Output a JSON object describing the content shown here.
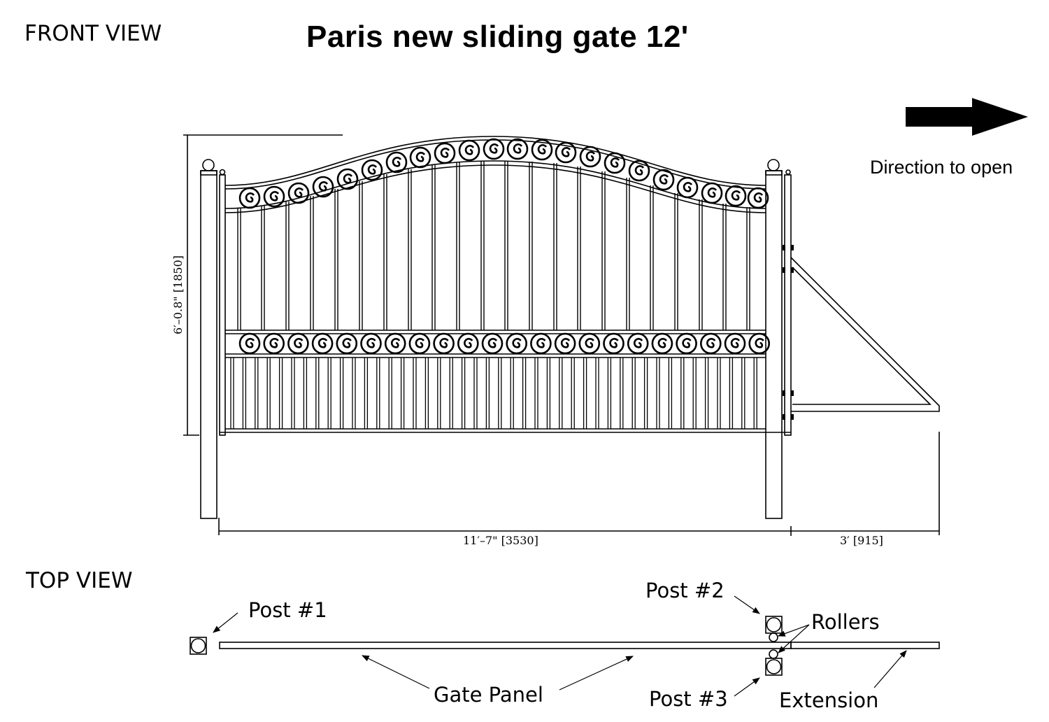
{
  "title": "Paris new sliding gate 12'",
  "views": {
    "front": "FRONT VIEW",
    "top": "TOP  VIEW"
  },
  "direction": {
    "label": "Direction to open",
    "icon": "right-arrow-icon"
  },
  "dimensions": {
    "height": "6′–0.8\"  [1850]",
    "gate_width": "11′–7\"  [3530]",
    "extension_width": "3′  [915]"
  },
  "top_view_labels": {
    "post1": "Post #1",
    "post2": "Post #2",
    "post3": "Post #3",
    "rollers": "Rollers",
    "gate_panel": "Gate  Panel",
    "extension": "Extension"
  },
  "colors": {
    "line": "#000000",
    "background": "#ffffff"
  }
}
